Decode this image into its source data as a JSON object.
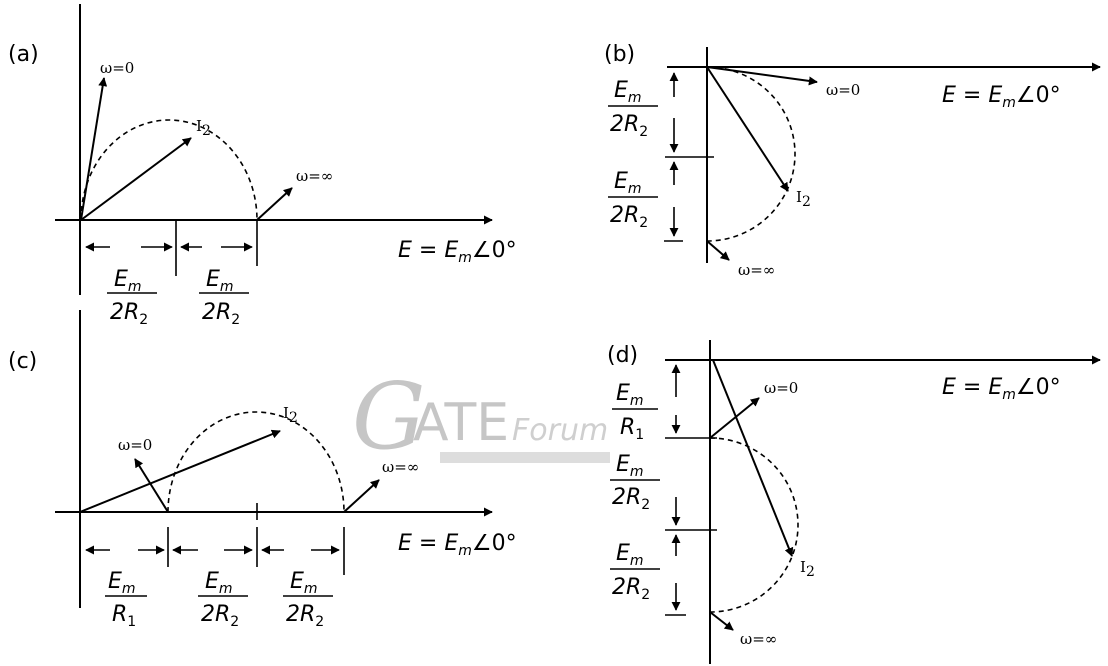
{
  "watermark": {
    "g": "G",
    "ate": "ATE",
    "forum": "Forum"
  },
  "formula": {
    "lhs": "E",
    "equals": " = ",
    "rhs": "E",
    "rhs_sub": "m",
    "angle": "∠0°"
  },
  "fraction": {
    "numer": "E",
    "numer_sub": "m",
    "denom_two_r2": "2R",
    "denom_r1": "R",
    "sub_2": "2",
    "sub_1": "1"
  },
  "current_label": {
    "main": "I",
    "sub": "2"
  },
  "omega_zero": "ω=0",
  "omega_inf": "ω=∞",
  "panels": [
    {
      "id": "a",
      "label": "(a)"
    },
    {
      "id": "b",
      "label": "(b)"
    },
    {
      "id": "c",
      "label": "(c)"
    },
    {
      "id": "d",
      "label": "(d)"
    }
  ]
}
